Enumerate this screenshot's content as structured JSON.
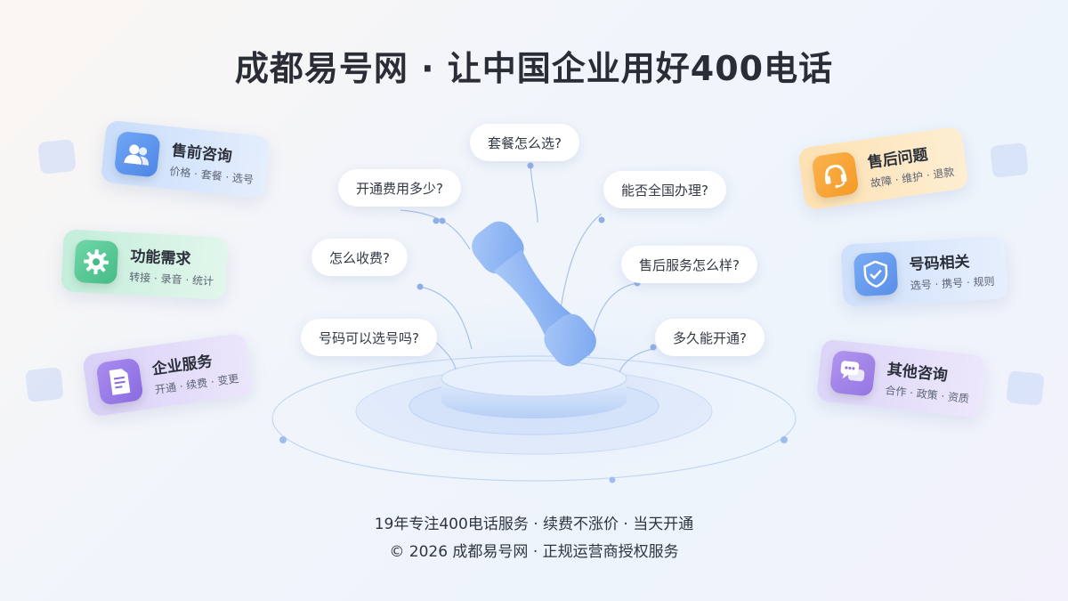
{
  "title": "成都易号网 · 让中国企业用好400电话",
  "left_cards": [
    {
      "title": "售前咨询",
      "sub": "价格 · 套餐 · 选号"
    },
    {
      "title": "功能需求",
      "sub": "转接 · 录音 · 统计"
    },
    {
      "title": "企业服务",
      "sub": "开通 · 续费 · 变更"
    }
  ],
  "right_cards": [
    {
      "title": "售后问题",
      "sub": "故障 · 维护 · 退款"
    },
    {
      "title": "号码相关",
      "sub": "选号 · 携号 · 规则"
    },
    {
      "title": "其他咨询",
      "sub": "合作 · 政策 · 资质"
    }
  ],
  "questions": [
    "套餐怎么选?",
    "开通费用多少?",
    "能否全国办理?",
    "怎么收费?",
    "售后服务怎么样?",
    "号码可以选号吗?",
    "多久能开通?"
  ],
  "footer": {
    "line1": "19年专注400电话服务 · 续费不涨价 · 当天开通",
    "line2": "© 2026 成都易号网 · 正规运营商授权服务"
  },
  "icons": {
    "presale": "users-icon",
    "features": "gear-icon",
    "enterprise": "document-icon",
    "aftersale": "headset-icon",
    "number": "shield-check-icon",
    "other": "chat-icon",
    "center": "phone-handset-icon"
  },
  "colors": {
    "blue": "#4f86e6",
    "green": "#46bb86",
    "purple": "#8a6be0",
    "orange": "#f59a26"
  }
}
